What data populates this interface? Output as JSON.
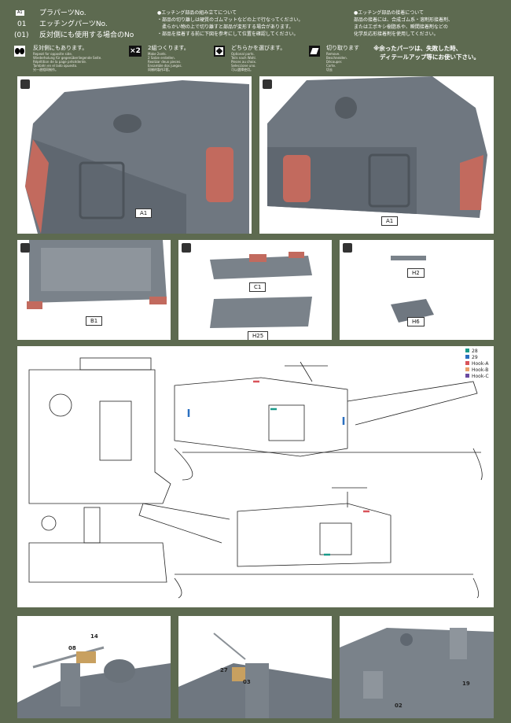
{
  "legend_header": {
    "part_badge": "A1",
    "plastic_part": "プラパーツNo.",
    "etch_num": "01",
    "etch_part": "エッチングパーツNo.",
    "both_num": "(01)",
    "both_part": "反対側にも使用する場合のNo"
  },
  "etching_assembly": {
    "title": "●エッチング部品の組み立てについて",
    "lines": [
      "・部品の切り離しは硬質のゴムマットなどの上で行なってください。",
      "　柔らかい物の上で切り離すと部品が変形する場合があります。",
      "・部品を接着する前に下図を参考にして位置を確認してください。"
    ]
  },
  "etching_glue": {
    "title": "●エッチング部品の接着について",
    "lines": [
      "部品の接着には、合成ゴム系・溶剤形接着剤、",
      "またはエポキシ樹脂系や、瞬間接着剤などの",
      "化学反応形接着剤を使用してください。"
    ]
  },
  "symbols": [
    {
      "icon": "opposite-side-icon",
      "title": "反対側にもあります。",
      "lines": [
        "Repeat for opposite side.",
        "Wiederholung für gegenüberliegende Seite.",
        "Répétition de la page précédente.",
        "También en el lado opuesto.",
        "另一邊相同制作。"
      ]
    },
    {
      "icon": "times-two-icon",
      "title": "2組つくります。",
      "lines": [
        "Make 2sets.",
        "2 Satze erstellen.",
        "Realizar deux pieces.",
        "Ensamble dos juegos.",
        "同樣的製作2套。"
      ]
    },
    {
      "icon": "choose-icon",
      "title": "どちらかを選びます。",
      "lines": [
        "Optional parts.",
        "Teils nach Wahl.",
        "Pieces au choix.",
        "Seleccione uno.",
        "可以選擇使用。"
      ]
    },
    {
      "icon": "cut-off-icon",
      "title": "切り取ります",
      "lines": [
        "Remove.",
        "Beschneiden.",
        "Découper.",
        "Corte.",
        "切去"
      ]
    }
  ],
  "note": [
    "※余ったパーツは、失敗した時、",
    "ディテールアップ等にお使い下さい。"
  ],
  "photo_labels": {
    "top_left": "A1",
    "top_right": "A1",
    "b1": "B1",
    "c1": "C1",
    "h25": "H25",
    "h2": "H2",
    "h6": "H6"
  },
  "diagram_legend": [
    {
      "label": "28",
      "color": "#1a9a8a"
    },
    {
      "label": "29",
      "color": "#2a6fc0"
    },
    {
      "label": "Hook-A",
      "color": "#d9535a"
    },
    {
      "label": "Hook-B",
      "color": "#e8a06a"
    },
    {
      "label": "Hook-C",
      "color": "#6a4aa0"
    }
  ],
  "bottom_labels": {
    "p1a": "08",
    "p1b": "14",
    "p2a": "27",
    "p2b": "03",
    "p3a": "19",
    "p3b": "02"
  }
}
